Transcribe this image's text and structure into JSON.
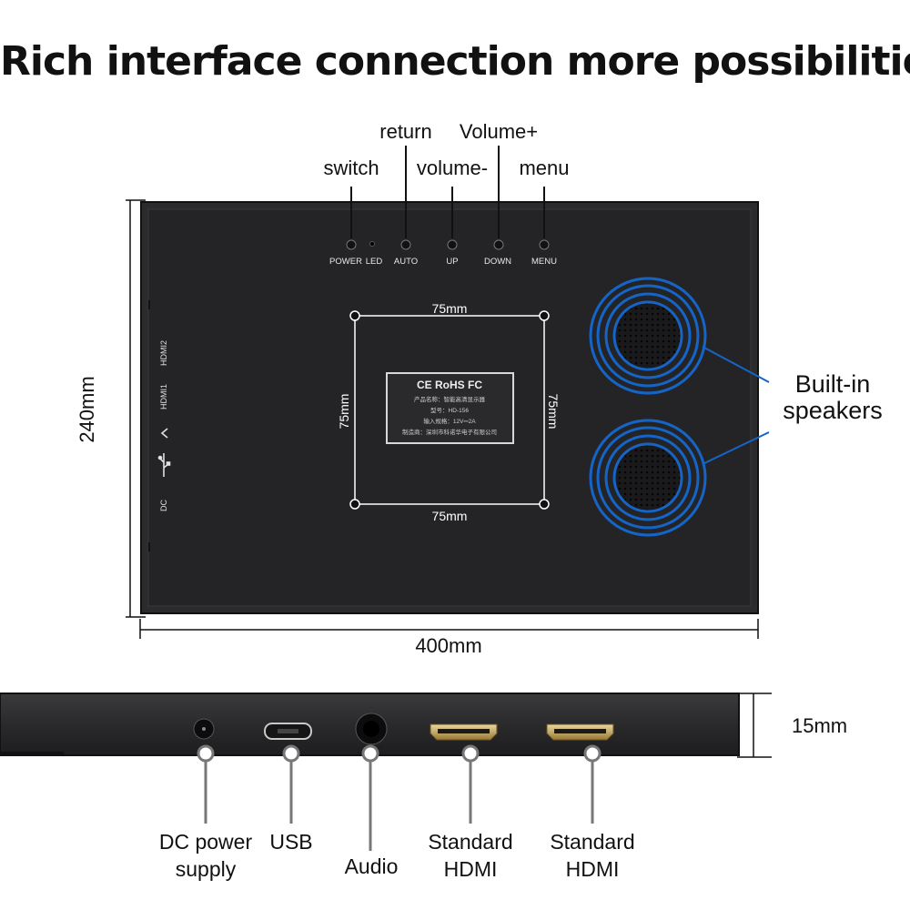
{
  "headline": "Rich interface connection more possibilities",
  "top_buttons": {
    "switch": "switch",
    "return": "return",
    "volume_plus": "Volume+",
    "volume_minus": "volume-",
    "menu": "menu"
  },
  "panel_buttons": {
    "power": "POWER",
    "led": "LED",
    "auto": "AUTO",
    "up": "UP",
    "down": "DOWN",
    "menu": "MENU"
  },
  "side_ports": [
    "HDMI2",
    "HDMI1",
    "DC"
  ],
  "vesa": {
    "top": "75mm",
    "bottom": "75mm",
    "left": "75mm",
    "right": "75mm"
  },
  "product_label": {
    "marks": "CE  RoHS  FC",
    "lines": [
      "产品名称：智能高清显示器",
      "型号：HD-156",
      "输入规格：12V⎓2A",
      "制造商：深圳市科诺华电子有限公司"
    ]
  },
  "speakers_label": [
    "Built-in",
    "speakers"
  ],
  "dimensions": {
    "height": "240mm",
    "width": "400mm",
    "depth": "15mm"
  },
  "ports": {
    "dc": [
      "DC power",
      "supply"
    ],
    "usb": [
      "USB"
    ],
    "audio": [
      "Audio"
    ],
    "hdmi1": [
      "Standard",
      "HDMI"
    ],
    "hdmi2": [
      "Standard",
      "HDMI"
    ]
  },
  "colors": {
    "speaker_ring": "#1565c8",
    "panel": "#252527",
    "text": "#111111"
  }
}
